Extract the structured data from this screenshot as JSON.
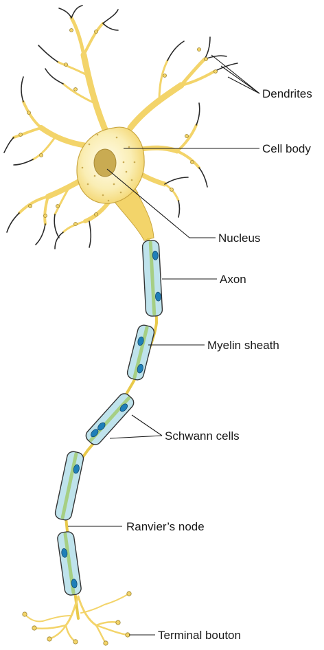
{
  "labels": {
    "dendrites": "Dendrites",
    "cell_body": "Cell body",
    "nucleus": "Nucleus",
    "axon": "Axon",
    "myelin_sheath": "Myelin sheath",
    "schwann_cells": "Schwann cells",
    "ranviers_node": "Ranvier’s node",
    "terminal_bouton": "Terminal bouton"
  },
  "colors": {
    "cytoplasm": "#f8e7a0",
    "dendrite_yellow": "#f3d46a",
    "nucleus": "#c9ab52",
    "myelin": "#bfe3ec",
    "schwann_nucleus": "#1f7fb8",
    "axon_core": "#a6cf84",
    "line": "#1a1a1a"
  }
}
